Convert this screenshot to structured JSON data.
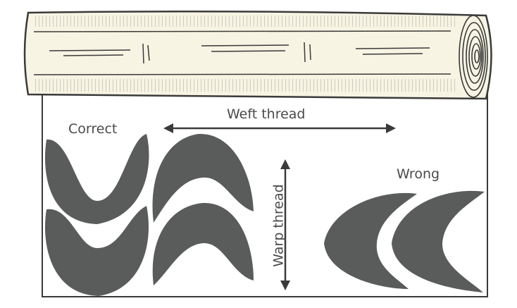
{
  "labels": {
    "correct": "Correct",
    "weft": "Weft thread",
    "warp": "Warp thread",
    "wrong": "Wrong"
  },
  "colors": {
    "shape_fill": "#5a5c5b",
    "ink": "#3a3a3a",
    "label_text": "#4a4a4a",
    "roll_fill": "#f7f4e4",
    "fabric_fill": "#ffffff"
  }
}
